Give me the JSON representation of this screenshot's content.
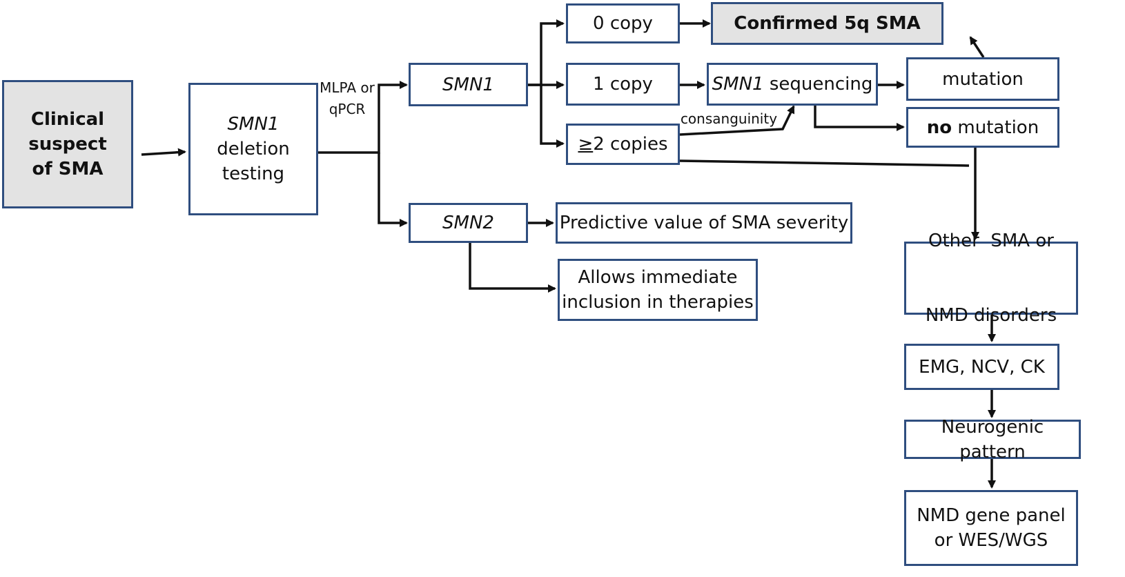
{
  "colors": {
    "border": "#2f4e7f",
    "shaded_fill": "#e3e3e3",
    "line": "#111111",
    "text": "#111111"
  },
  "nodes": {
    "clinical": [
      "Clinical",
      "suspect",
      "of SMA"
    ],
    "deletion": {
      "gene": "SMN1",
      "lines": [
        "deletion",
        "testing"
      ]
    },
    "smn1": "SMN1",
    "smn2": "SMN2",
    "zero_copy": "0 copy",
    "one_copy": "1 copy",
    "two_copies": {
      "symbol": "≥",
      "rest": "2 copies"
    },
    "confirmed": "Confirmed 5q SMA",
    "sequencing": {
      "gene": "SMN1",
      "rest": " sequencing"
    },
    "mutation": "mutation",
    "no_mutation": {
      "bold": "no",
      "rest": " mutation"
    },
    "predictive": "Predictive value of SMA severity",
    "allows": [
      "Allows immediate",
      "inclusion in therapies"
    ],
    "other": [
      "Other  SMA or",
      "NMD disorders"
    ],
    "emg": "EMG, NCV, CK",
    "neurogenic": "Neurogenic pattern",
    "panel": [
      "NMD gene panel",
      "or WES/WGS"
    ]
  },
  "edge_labels": {
    "method": [
      "MLPA",
      "or",
      "qPCR"
    ],
    "consanguinity": "consanguinity"
  }
}
